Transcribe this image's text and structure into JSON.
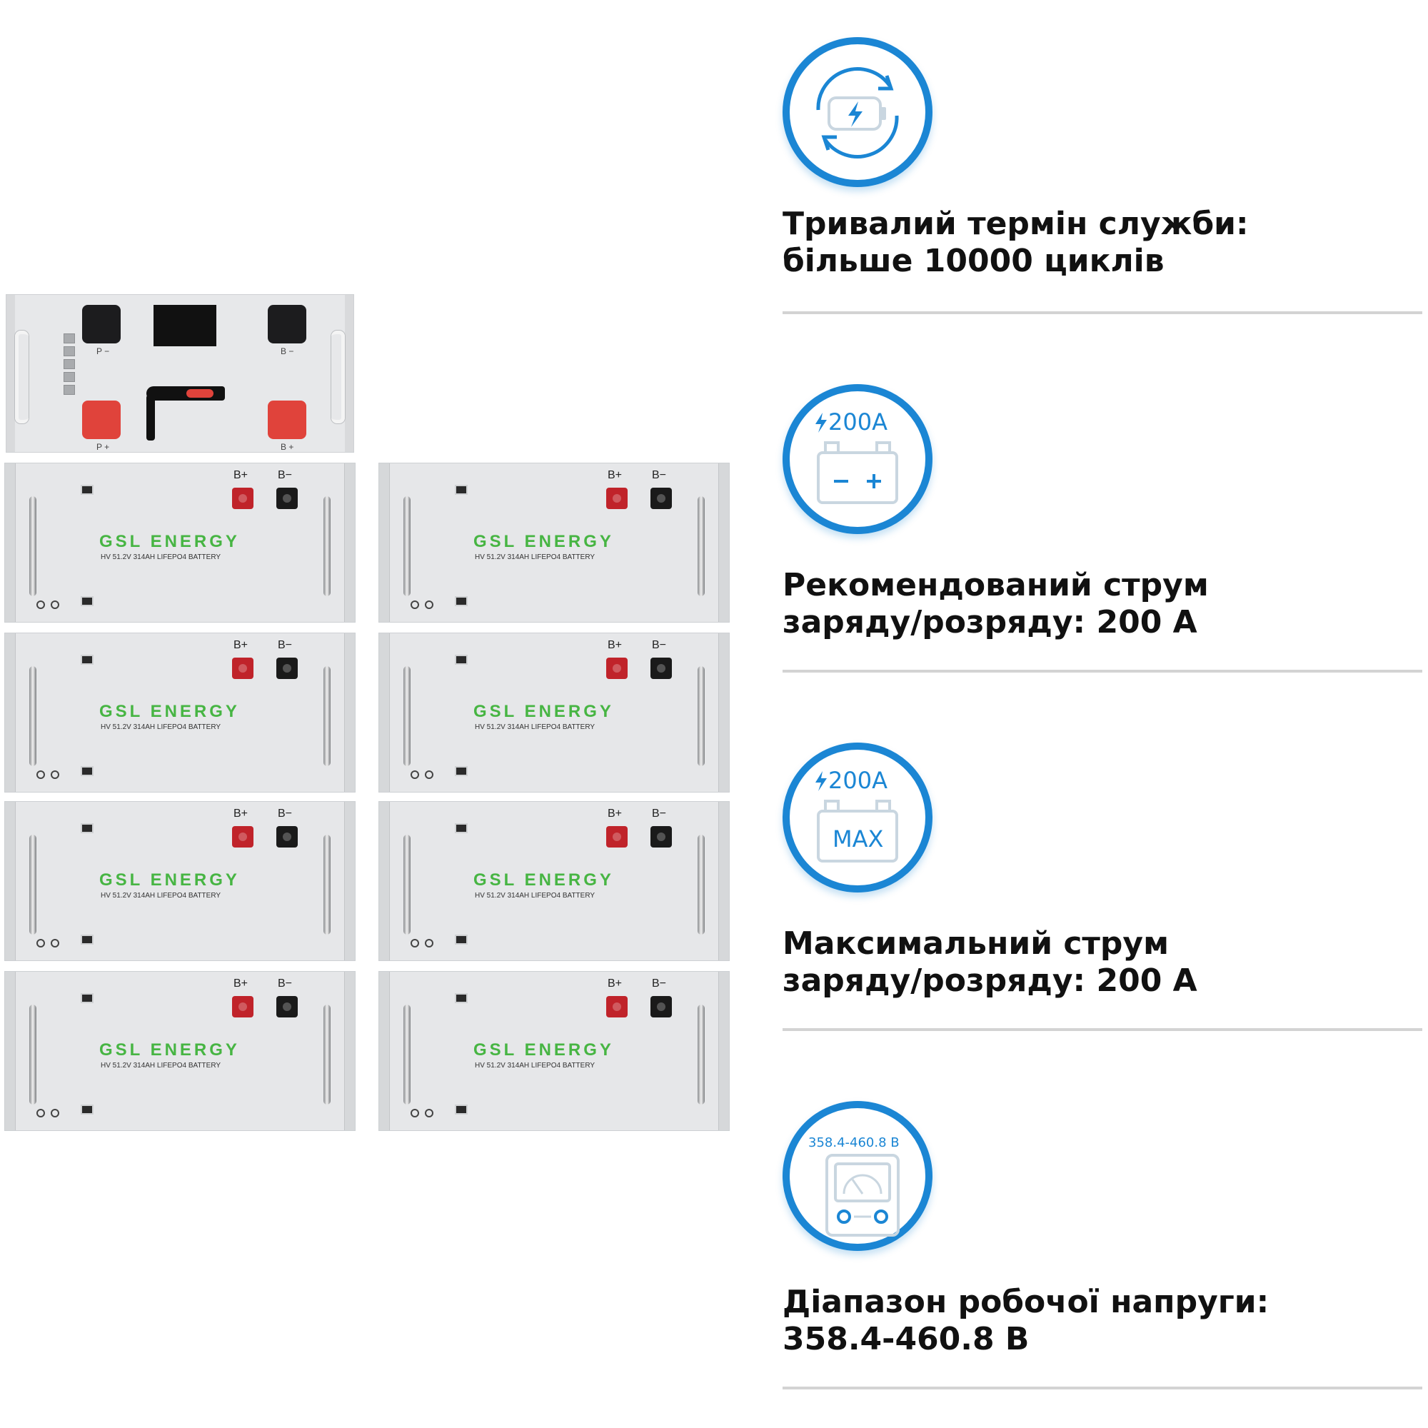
{
  "battery_module": {
    "brand": "GSL ENERGY",
    "model": "HV 51.2V 314AH LIFEPO4 BATTERY",
    "positive_label": "B+",
    "negative_label": "B−"
  },
  "controller": {
    "p_minus": "P −",
    "b_minus": "B −",
    "p_plus": "P +",
    "b_plus": "B +"
  },
  "features": [
    {
      "icon": "battery-cycle-icon",
      "line1": "Тривалий термін служби:",
      "line2": "більше 10000 циклів"
    },
    {
      "icon": "battery-current-icon",
      "icon_label": "200A",
      "line1": "Рекомендований струм",
      "line2": "заряду/розряду: 200 А"
    },
    {
      "icon": "battery-max-current-icon",
      "icon_label": "200A",
      "icon_sublabel": "MAX",
      "line1": "Максимальний струм",
      "line2": "заряду/розряду: 200 А"
    },
    {
      "icon": "voltmeter-icon",
      "icon_label": "358.4-460.8 В",
      "line1": "Діапазон робочої напруги:",
      "line2": "358.4-460.8 В"
    }
  ],
  "colors": {
    "accent": "#1b86d4",
    "brand_green": "#47b543",
    "terminal_red": "#c0232a"
  }
}
